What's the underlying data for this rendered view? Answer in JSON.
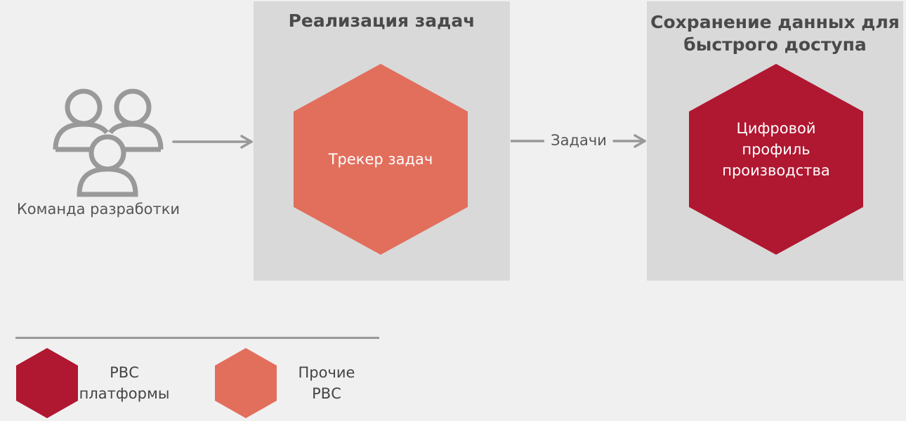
{
  "team": {
    "label": "Команда разработки"
  },
  "panels": [
    {
      "title": "Реализация задач",
      "node": "Трекер задач"
    },
    {
      "title": "Сохранение данных для\nбыстрого доступа",
      "node": "Цифровой\nпрофиль\nпроизводства"
    }
  ],
  "edges": [
    {
      "label": ""
    },
    {
      "label": "Задачи"
    }
  ],
  "legend": [
    {
      "label": "РВС\nплатформы",
      "color": "#b01730"
    },
    {
      "label": "Прочие\nРВС",
      "color": "#e26e5c"
    }
  ],
  "colors": {
    "panel": "#d9d9d9",
    "other_rvs": "#e26e5c",
    "platform_rvs": "#b01730",
    "icon": "#999999",
    "arrow": "#999999"
  }
}
